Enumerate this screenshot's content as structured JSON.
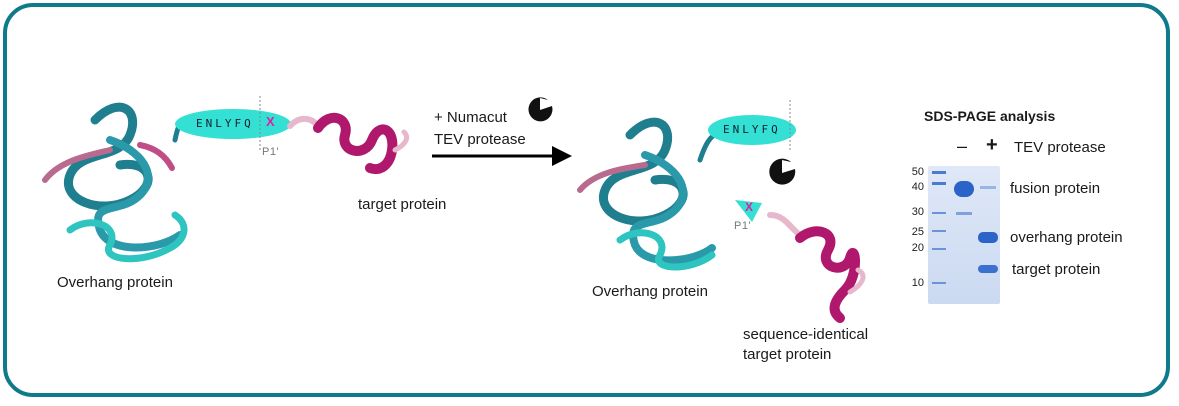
{
  "left": {
    "sequence": "ENLYFQ",
    "cleavage_mark": "X",
    "p1_label": "P1'",
    "overhang_label": "Overhang protein",
    "target_label": "target protein"
  },
  "middle": {
    "reagent_line1": "+ Numacut",
    "reagent_line2": "TEV protease"
  },
  "right": {
    "sequence": "ENLYFQ",
    "cleavage_mark": "X",
    "p1_label": "P1'",
    "overhang_label": "Overhang protein",
    "target_line1": "sequence-identical",
    "target_line2": "target protein"
  },
  "gel": {
    "title": "SDS-PAGE analysis",
    "minus": "–",
    "plus": "+",
    "lane_header": "TEV protease",
    "markers": [
      "50",
      "40",
      "30",
      "25",
      "20",
      "10"
    ],
    "band_labels": [
      "fusion protein",
      "overhang protein",
      "target protein"
    ]
  },
  "colors": {
    "frame": "#0e7a8a",
    "teal_ribbon": "#1f7f8f",
    "magenta_ribbon": "#b0186e",
    "cyan_tag": "#34e0d3",
    "band": "#2b63c8"
  }
}
